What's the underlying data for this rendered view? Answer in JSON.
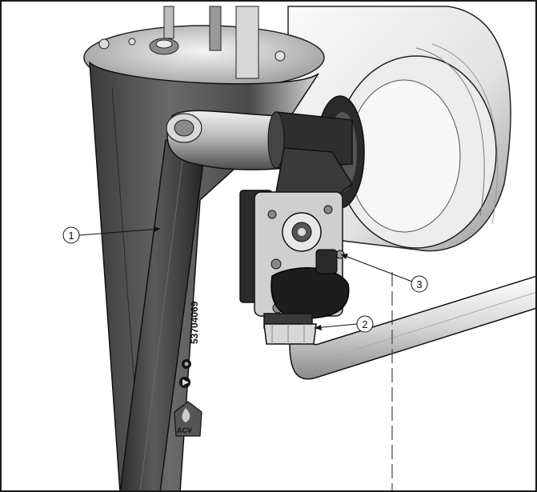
{
  "figure": {
    "frame_color": "#1a1a1a",
    "centerline_color": "#444444",
    "tank_text": "53704069",
    "logo_text": "ACV",
    "callouts": [
      {
        "label": "1"
      },
      {
        "label": "2"
      },
      {
        "label": "3"
      }
    ]
  }
}
